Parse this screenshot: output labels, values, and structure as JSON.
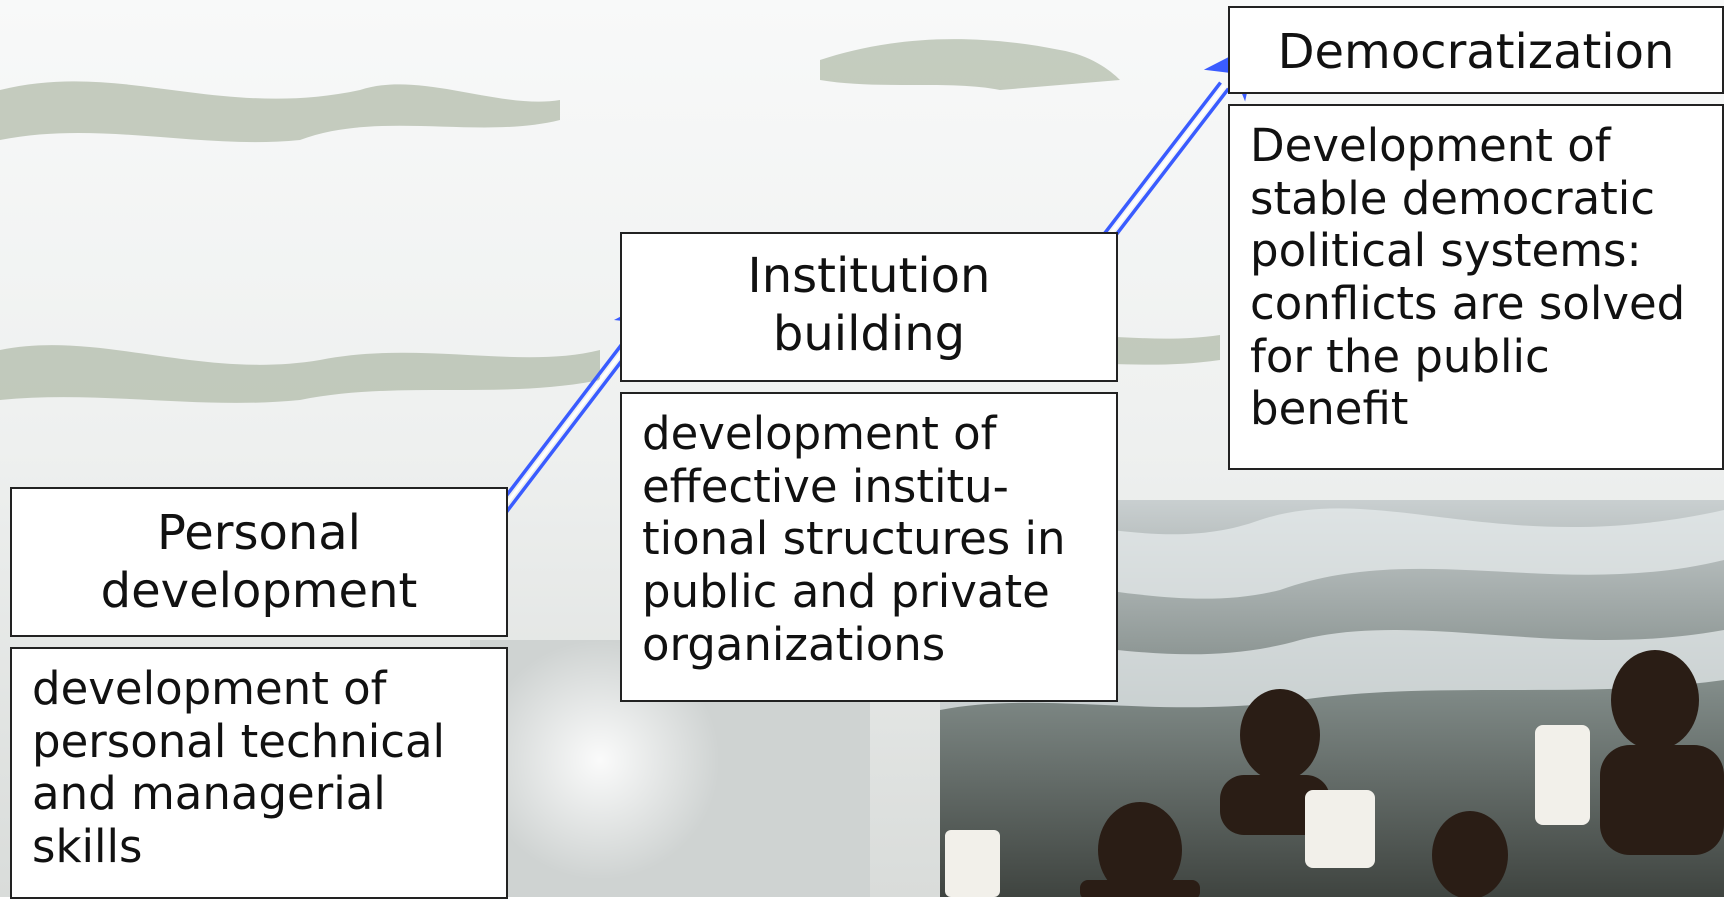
{
  "stages": [
    {
      "title": [
        "Personal",
        "development"
      ],
      "desc": "development of personal technical and managerial skills"
    },
    {
      "title": [
        "Institution",
        "building"
      ],
      "desc": "development of effective institu-tional structures in public and private organizations"
    },
    {
      "title": [
        "Democratization"
      ],
      "desc": "Development of stable democratic political systems: conflicts are solved for the public benefit"
    }
  ],
  "colors": {
    "arrow": "#3a5cff",
    "dot": "#2f55f5"
  }
}
